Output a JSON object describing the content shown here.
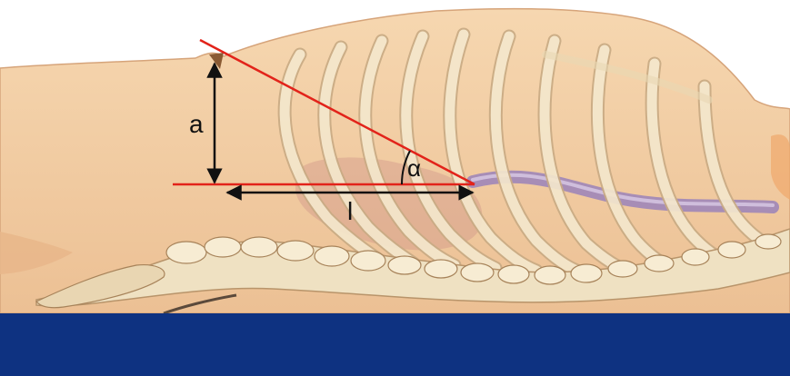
{
  "figure": {
    "labels": {
      "height_label": "a",
      "length_label": "l",
      "angle_label": "α"
    },
    "colors": {
      "background": "#ffffff",
      "skin": "#f3cfa4",
      "skin_shadow": "#e2b084",
      "rib": "#f4e7cc",
      "rib_outline": "#c9ab84",
      "spine": "#efe1c2",
      "vessel": "#a98fbf",
      "reference_lines": "#e2231a",
      "measure_arrows": "#111111",
      "table": "#0e3281"
    },
    "elements": [
      "body-outline",
      "rib-cage",
      "spine",
      "blood-vessel",
      "organ",
      "marker-tip",
      "table-surface"
    ]
  }
}
